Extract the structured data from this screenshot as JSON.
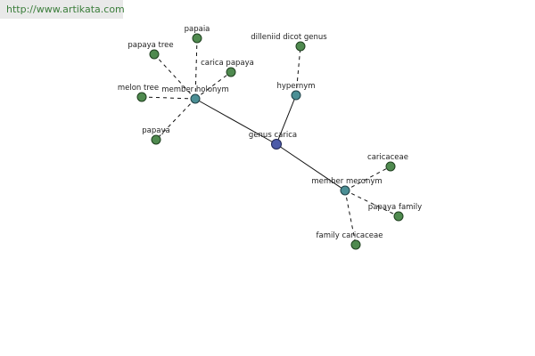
{
  "source": {
    "url_text": "http://www.artikata.com"
  },
  "colors": {
    "leaf": "#4f8a4f",
    "relation": "#4b8f95",
    "center": "#4b5aa8"
  },
  "graph": {
    "nodes": [
      {
        "id": "center",
        "kind": "center",
        "label": "genus carica"
      },
      {
        "id": "holonym",
        "kind": "relation",
        "label": "member holonym"
      },
      {
        "id": "hypernym",
        "kind": "relation",
        "label": "hypernym"
      },
      {
        "id": "meronym",
        "kind": "relation",
        "label": "member meronym"
      },
      {
        "id": "papaia",
        "kind": "leaf",
        "label": "papaia"
      },
      {
        "id": "papaya-tree",
        "kind": "leaf",
        "label": "papaya tree"
      },
      {
        "id": "carica-papaya",
        "kind": "leaf",
        "label": "carica papaya"
      },
      {
        "id": "melon-tree",
        "kind": "leaf",
        "label": "melon tree"
      },
      {
        "id": "papaya",
        "kind": "leaf",
        "label": "papaya"
      },
      {
        "id": "dilleniid-dicot-genus",
        "kind": "leaf",
        "label": "dilleniid dicot genus"
      },
      {
        "id": "caricaceae",
        "kind": "leaf",
        "label": "caricaceae"
      },
      {
        "id": "papaya-family",
        "kind": "leaf",
        "label": "papaya family"
      },
      {
        "id": "family-caricaceae",
        "kind": "leaf",
        "label": "family caricaceae"
      }
    ],
    "edges": [
      {
        "from": "center",
        "to": "holonym",
        "style": "solid"
      },
      {
        "from": "center",
        "to": "hypernym",
        "style": "solid"
      },
      {
        "from": "center",
        "to": "meronym",
        "style": "solid"
      },
      {
        "from": "holonym",
        "to": "papaia",
        "style": "dashed"
      },
      {
        "from": "holonym",
        "to": "papaya-tree",
        "style": "dashed"
      },
      {
        "from": "holonym",
        "to": "carica-papaya",
        "style": "dashed"
      },
      {
        "from": "holonym",
        "to": "melon-tree",
        "style": "dashed"
      },
      {
        "from": "holonym",
        "to": "papaya",
        "style": "dashed"
      },
      {
        "from": "hypernym",
        "to": "dilleniid-dicot-genus",
        "style": "dashed"
      },
      {
        "from": "meronym",
        "to": "caricaceae",
        "style": "dashed"
      },
      {
        "from": "meronym",
        "to": "papaya-family",
        "style": "dashed"
      },
      {
        "from": "meronym",
        "to": "family-caricaceae",
        "style": "dashed"
      }
    ]
  }
}
